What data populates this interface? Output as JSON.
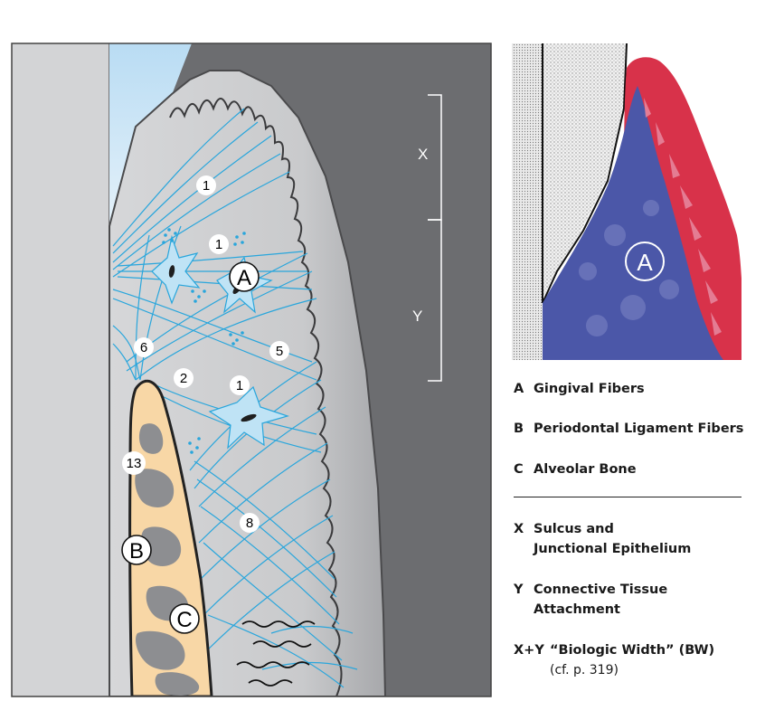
{
  "colors": {
    "tooth": "#d4d5d7",
    "enamel_space": "#cfe6f6",
    "background_dark": "#6e6f72",
    "gingiva": "#c5c6c9",
    "gingiva_edge": "#a3a4a7",
    "fibers": "#29a6dc",
    "bone": "#f8d7a6",
    "bone_spaces": "#8a8a8d",
    "histology_red": "#d8324a",
    "histology_blue": "#4a57a6"
  },
  "labels": {
    "bracket_x": "X",
    "bracket_y": "Y",
    "num_1a": "1",
    "num_1b": "1",
    "num_1c": "1",
    "num_2": "2",
    "num_5": "5",
    "num_6": "6",
    "num_8": "8",
    "num_13": "13",
    "circle_a": "A",
    "circle_b": "B",
    "circle_c": "C",
    "photo_a": "A"
  },
  "legend": {
    "a": {
      "key": "A",
      "text": "Gingival Fibers"
    },
    "b": {
      "key": "B",
      "text": "Periodontal Ligament Fibers"
    },
    "c": {
      "key": "C",
      "text": "Alveolar Bone"
    },
    "x": {
      "key": "X",
      "line1": "Sulcus and",
      "line2": "Junctional Epithelium"
    },
    "y": {
      "key": "Y",
      "line1": "Connective Tissue",
      "line2": "Attachment"
    },
    "xy": {
      "key": "X+Y",
      "text": "“Biologic Width” (BW)",
      "note": "(cf. p. 319)"
    }
  }
}
